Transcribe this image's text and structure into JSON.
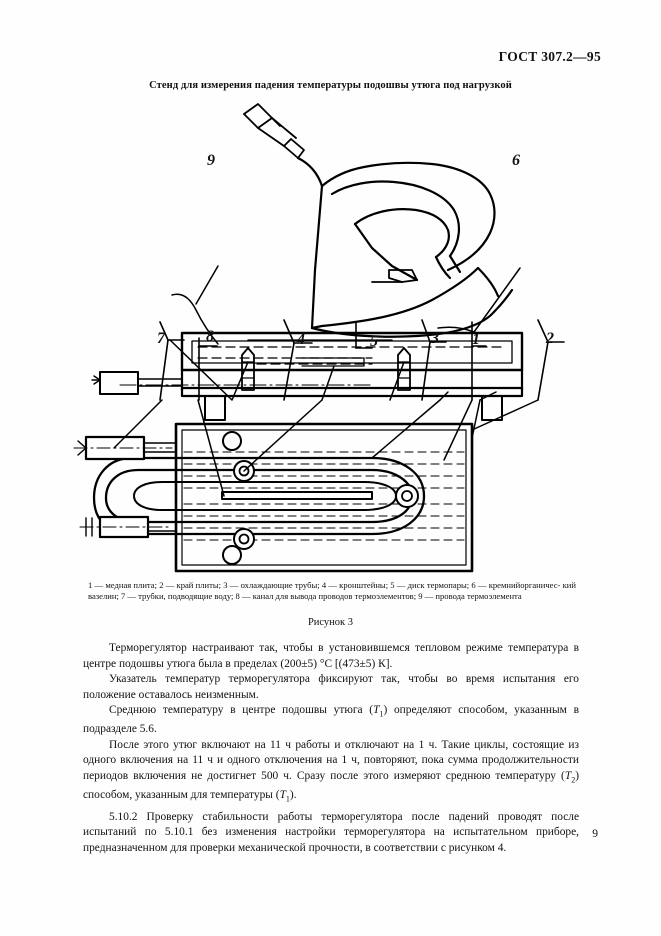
{
  "header": {
    "standard": "ГОСТ 307.2—95"
  },
  "figure": {
    "title": "Стенд для измерения падения температуры подошвы утюга под нагрузкой",
    "number": "Рисунок 3",
    "callouts": [
      {
        "id": "9",
        "label": "9"
      },
      {
        "id": "6",
        "label": "6"
      },
      {
        "id": "7",
        "label": "7"
      },
      {
        "id": "8",
        "label": "8"
      },
      {
        "id": "4",
        "label": "4"
      },
      {
        "id": "5",
        "label": "5"
      },
      {
        "id": "3",
        "label": "3"
      },
      {
        "id": "1",
        "label": "1"
      },
      {
        "id": "2",
        "label": "2"
      }
    ],
    "legend_line1": "1 — медная плита; 2 — край плиты; 3 — охлаждающие трубы; 4 — кронштейны; 5 — диск термопары; 6 — кремнийорганичес-",
    "legend_line2": "кий вазелин; 7 — трубки, подводящие воду;  8 — канал для вывода проводов термоэлементов;  9 — провода термоэлемента"
  },
  "body": {
    "paragraphs": [
      "Терморегулятор настраивают так, чтобы в установившемся тепловом режиме температура в центре подошвы утюга была в пределах (200±5) °C [(473±5) К].",
      "Указатель температур терморегулятора фиксируют так, чтобы во время испытания его положение оставалось неизменным."
    ],
    "paragraph3_before": "Среднюю температуру в центре подошвы утюга (",
    "paragraph3_sym": "T",
    "paragraph3_sub": "1",
    "paragraph3_after": ") определяют способом, указанным в подразделе 5.6.",
    "paragraph4_a": "После этого утюг включают на 11 ч работы и отключают на 1 ч. Такие циклы, состоящие из одного включения на 11 ч и одного отключения на 1 ч, повторяют, пока сумма продолжительности периодов включения не достигнет 500 ч. Сразу после этого измеряют среднюю температуру (",
    "paragraph4_sym": "T",
    "paragraph4_sub": "2",
    "paragraph4_b": ") способом, указанным для температуры (",
    "paragraph4_sym2": "T",
    "paragraph4_sub2": "1",
    "paragraph4_c": ").",
    "paragraph5": "5.10.2  Проверку стабильности работы терморегулятора после падений проводят после испытаний по 5.10.1 без изменения настройки терморегулятора на испытательном приборе, предназначенном для проверки механической прочности, в соответствии с рисунком 4."
  },
  "footer": {
    "page_number": "9"
  }
}
